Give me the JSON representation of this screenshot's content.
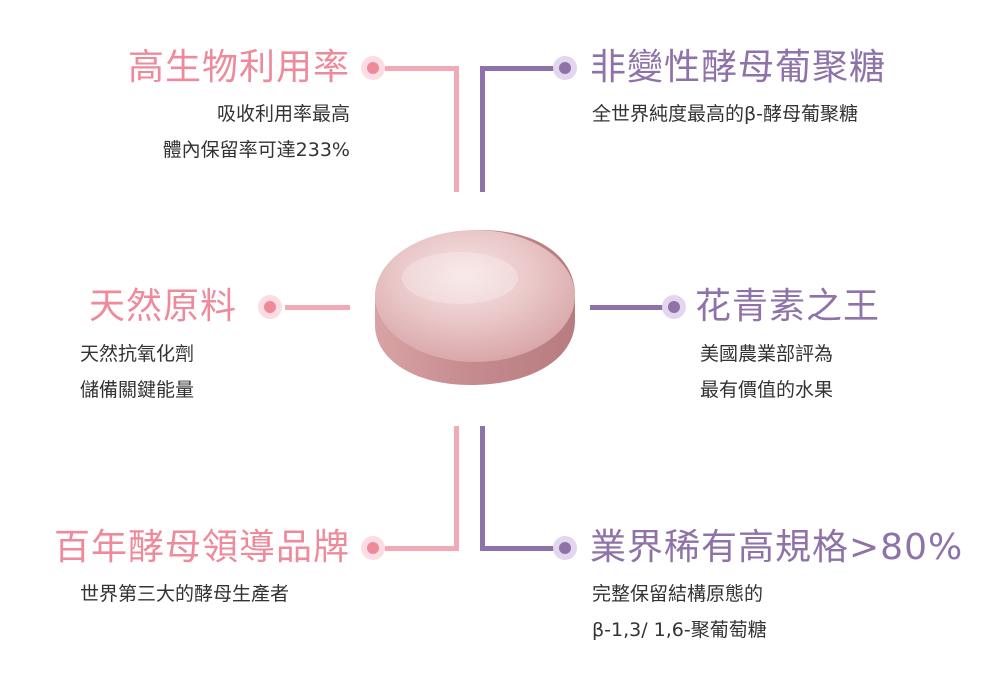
{
  "features": {
    "bioavailability": {
      "title": "高生物利用率",
      "lines": [
        "吸收利用率最高",
        "體內保留率可達233%"
      ]
    },
    "non_denatured": {
      "title": "非變性酵母葡聚糖",
      "lines": [
        "全世界純度最高的β-酵母葡聚糖"
      ]
    },
    "natural": {
      "title": "天然原料",
      "lines": [
        "天然抗氧化劑",
        "儲備關鍵能量"
      ]
    },
    "anthocyanin": {
      "title": "花青素之王",
      "lines": [
        "美國農業部評為",
        "最有價值的水果"
      ]
    },
    "brand": {
      "title": "百年酵母領導品牌",
      "lines": [
        "世界第三大的酵母生產者"
      ]
    },
    "spec": {
      "title": "業界稀有高規格>80%",
      "lines": [
        "完整保留結構原態的",
        "β-1,3/ 1,6-聚葡萄糖"
      ]
    }
  },
  "colors": {
    "pink": "#ee8a9a",
    "purple": "#8e72a8",
    "tablet": "#e0b5b8"
  },
  "icons": {
    "tablet": "pill-tablet-illustration",
    "bullet": "circle-dot-icon"
  }
}
